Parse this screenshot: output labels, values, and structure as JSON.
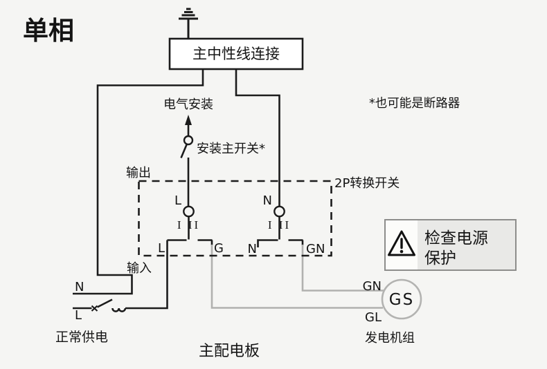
{
  "diagram": {
    "title": "单相",
    "footnote": "*也可能是断路器",
    "board_label": "主配电板"
  },
  "neutral_link": {
    "label": "主中性线连接"
  },
  "installation": {
    "load_label": "电气安装",
    "main_switch_label": "安装主开关*"
  },
  "transfer_switch": {
    "label": "2P转换开关",
    "output_label": "输出",
    "input_label": "输入",
    "pole_l": "L",
    "pole_n": "N",
    "positions_l": "I II",
    "positions_n": "I II",
    "term_l": "L",
    "term_g": "G",
    "term_n": "N",
    "term_gn": "GN"
  },
  "supply": {
    "label": "正常供电",
    "n": "N",
    "l": "L"
  },
  "generator": {
    "label": "发电机组",
    "gs": "GS",
    "gn": "GN",
    "gl": "GL"
  },
  "warning": {
    "line1": "检查电源",
    "line2": "保护"
  },
  "colors": {
    "wire": "#1b1b1b",
    "generator_wire": "#b1b1af",
    "background": "#f5f5f3",
    "warning_bg": "#e9e9e7",
    "gs_gray": "#a5a5a3"
  }
}
